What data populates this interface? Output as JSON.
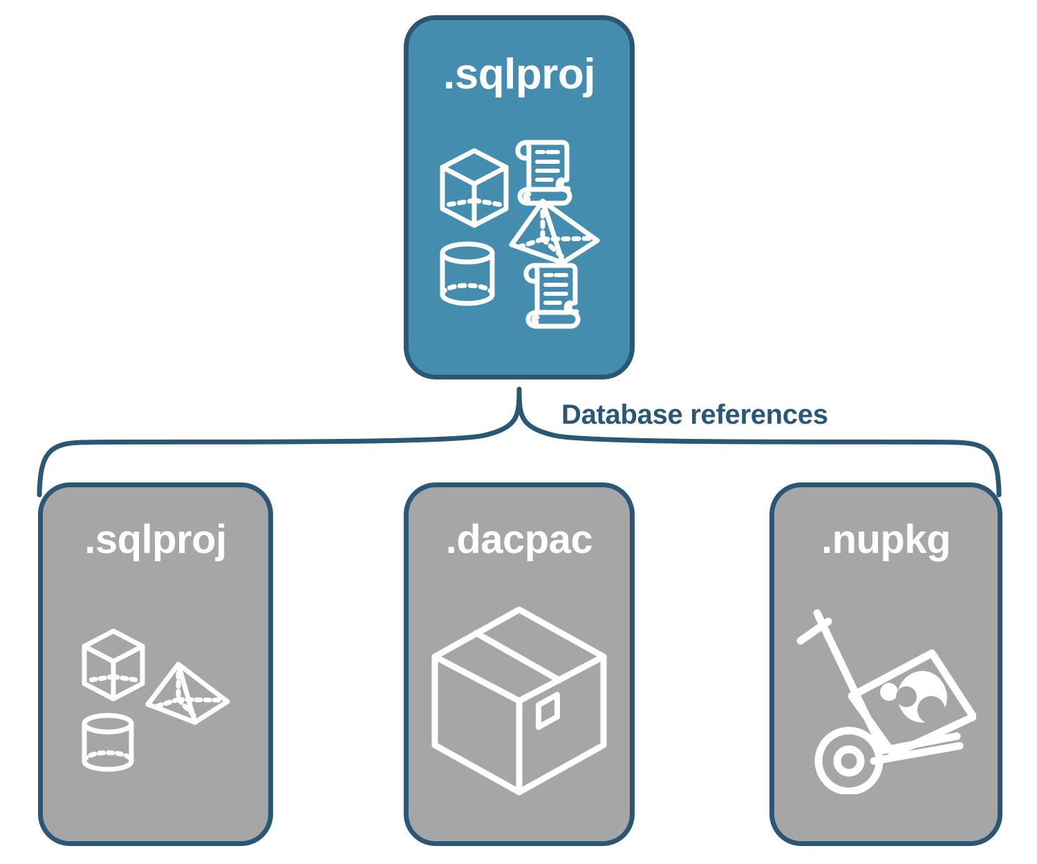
{
  "diagram": {
    "title": "Database references",
    "colors": {
      "primary_fill": "#448DAE",
      "secondary_fill": "#A6A6A6",
      "border": "#2B5777",
      "label_text": "#2B5777",
      "card_text": "#FFFFFF",
      "icon_stroke": "#FFFFFF"
    },
    "root": {
      "label": ".sqlproj",
      "icons": [
        "cube-icon",
        "script-scroll-icon",
        "pyramid-icon",
        "cylinder-icon",
        "script-scroll-icon"
      ]
    },
    "connector": {
      "label": "Database references",
      "type": "curly-brace"
    },
    "references": [
      {
        "label": ".sqlproj",
        "icons": [
          "cube-icon",
          "pyramid-icon",
          "cylinder-icon"
        ]
      },
      {
        "label": ".dacpac",
        "icons": [
          "shipping-box-icon"
        ]
      },
      {
        "label": ".nupkg",
        "icons": [
          "hand-truck-icon",
          "nuget-package-icon"
        ]
      }
    ]
  }
}
